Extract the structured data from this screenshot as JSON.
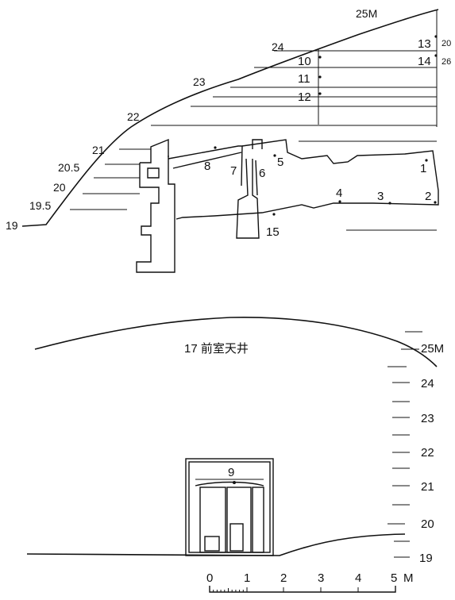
{
  "upper_section": {
    "contour_labels": [
      "25M",
      "24",
      "23",
      "22",
      "21",
      "20.5",
      "20",
      "19.5",
      "19"
    ],
    "point_labels": [
      "1",
      "2",
      "3",
      "4",
      "5",
      "6",
      "7",
      "8",
      "10",
      "11",
      "12",
      "13",
      "14",
      "15"
    ],
    "side_values": [
      "20",
      "26"
    ]
  },
  "lower_section": {
    "caption": "17 前室天井",
    "point_label": "9",
    "elevation_labels": [
      "25M",
      "24",
      "23",
      "22",
      "21",
      "20",
      "19"
    ]
  },
  "scale_bar": {
    "labels": [
      "0",
      "1",
      "2",
      "3",
      "4",
      "5"
    ],
    "unit": "M"
  },
  "colors": {
    "ink": "#111111",
    "paper": "#ffffff"
  }
}
